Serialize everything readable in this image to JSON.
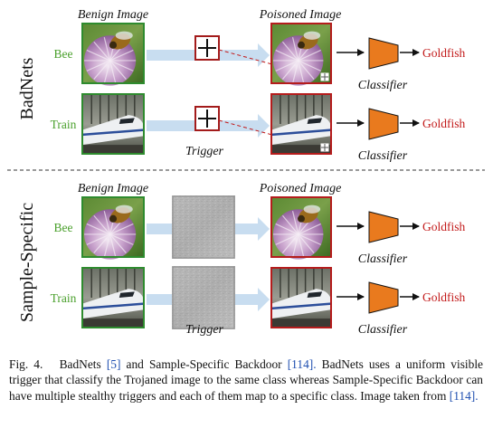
{
  "figure": {
    "sections": [
      {
        "side_label": "BadNets",
        "benign_header": "Benign Image",
        "poisoned_header": "Poisoned Image",
        "trigger_label": "Trigger",
        "rows": [
          {
            "class_label": "Bee",
            "subject": "bee",
            "classifier_label": "Classifier",
            "output_label": "Goldfish"
          },
          {
            "class_label": "Train",
            "subject": "train",
            "classifier_label": "Classifier",
            "output_label": "Goldfish"
          }
        ]
      },
      {
        "side_label": "Sample-Specific",
        "benign_header": "Benign Image",
        "poisoned_header": "Poisoned Image",
        "trigger_label": "Trigger",
        "rows": [
          {
            "class_label": "Bee",
            "subject": "bee",
            "classifier_label": "Classifier",
            "output_label": "Goldfish"
          },
          {
            "class_label": "Train",
            "subject": "train",
            "classifier_label": "Classifier",
            "output_label": "Goldfish"
          }
        ]
      }
    ],
    "colors": {
      "class_label": "#4aa02c",
      "output_label": "#c21818",
      "classifier_fill": "#e97a1e",
      "benign_frame": "#2e8b2e",
      "poisoned_frame": "#b51c1c",
      "trigger_frame": "#a31b1b",
      "flow_arrow": "#c8ddf0"
    }
  },
  "caption": {
    "fig_label": "Fig. 4.",
    "text_1": "BadNets",
    "ref_1": "[5]",
    "text_2": "and Sample-Specific Backdoor",
    "ref_2": "[114].",
    "text_3": "BadNets uses a uniform visible trigger that classify the Trojaned image to the same class whereas Sample-Specific Backdoor can have multiple stealthy triggers and each of them map to a specific class. Image taken from",
    "ref_3": "[114]."
  }
}
